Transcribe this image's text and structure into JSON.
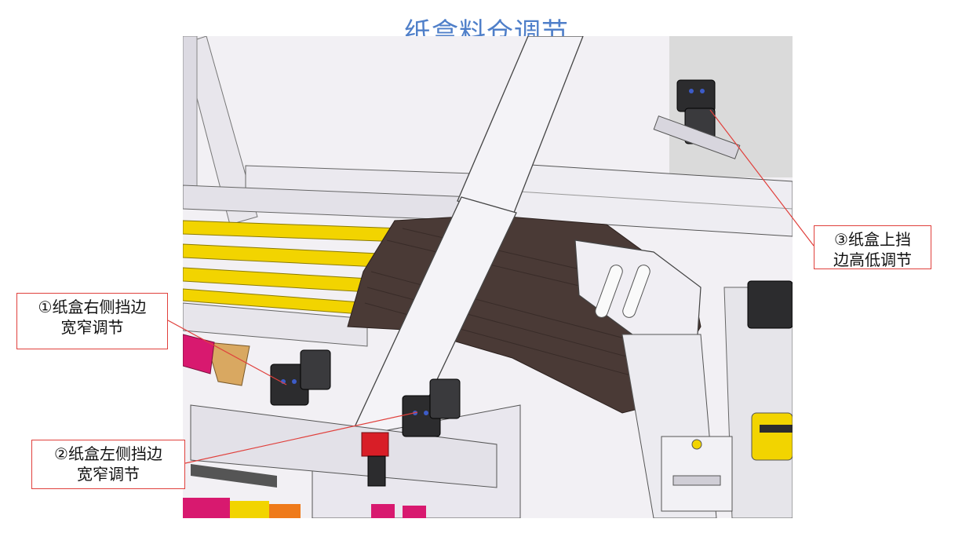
{
  "title": "纸盒料仓调节",
  "callouts": [
    {
      "id": "c1",
      "line1": "①纸盒右侧挡边",
      "line2": "宽窄调节"
    },
    {
      "id": "c2",
      "line1": "②纸盒左侧挡边",
      "line2": "宽窄调节"
    },
    {
      "id": "c3",
      "line1": "③纸盒上挡",
      "line2": "边高低调节"
    }
  ],
  "colors": {
    "title": "#4f7fc9",
    "callout_border": "#e0403c",
    "leader_line": "#e0403c",
    "yellow_rail": "#f2d400",
    "brush": "#4a3a36",
    "frame": "#e6e3ea",
    "motor": "#2c2c2e",
    "red_part": "#d81e27",
    "magenta_part": "#d8196f"
  }
}
